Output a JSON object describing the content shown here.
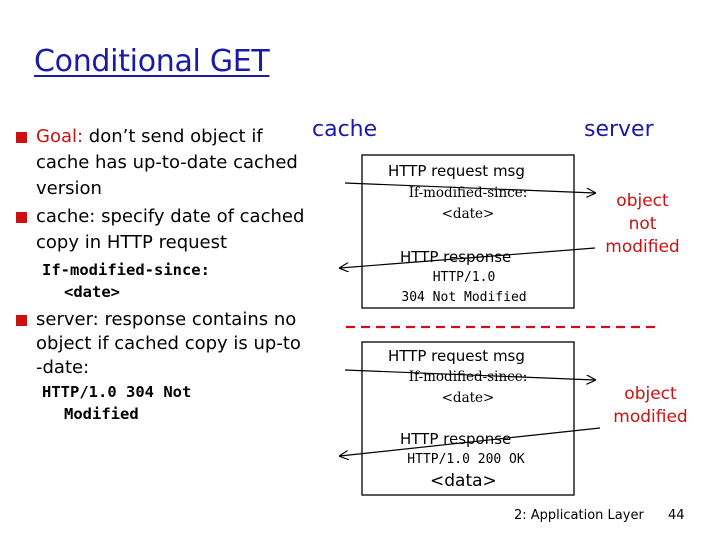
{
  "title": "Conditional GET",
  "bullets": {
    "goal_label": "Goal:",
    "goal_line1": " don’t send object if",
    "goal_line2": "cache has up-to-date cached",
    "goal_line3": "version",
    "cache_line1": "cache: specify date of cached",
    "cache_line2": "copy in HTTP request",
    "cache_code1": "If-modified-since:",
    "cache_code2": "<date>",
    "server_line1": "server: response contains no",
    "server_line2": "object if cached copy is up-to",
    "server_line3": "-date:",
    "server_code1": "HTTP/1.0 304 Not",
    "server_code2": "Modified"
  },
  "diagram": {
    "cache_label": "cache",
    "server_label": "server",
    "request1_label": "HTTP request msg",
    "request1_line1": "If-modified-since:",
    "request1_line2": "<date>",
    "response1_label": "HTTP response",
    "response1_line1": "HTTP/1.0",
    "response1_line2": "304 Not Modified",
    "note1_line1": "object",
    "note1_line2": "not",
    "note1_line3": "modified",
    "request2_label": "HTTP request msg",
    "request2_line1": "If-modified-since:",
    "request2_line2": "<date>",
    "response2_label": "HTTP response",
    "response2_line1": "HTTP/1.0 200 OK",
    "response2_line2": "<data>",
    "note2_line1": "object",
    "note2_line2": "modified"
  },
  "footer": {
    "chapter": "2: Application Layer",
    "page": "44"
  },
  "colors": {
    "title": "#1a1aa8",
    "bullet": "#cc1111",
    "note": "#cc1111"
  }
}
